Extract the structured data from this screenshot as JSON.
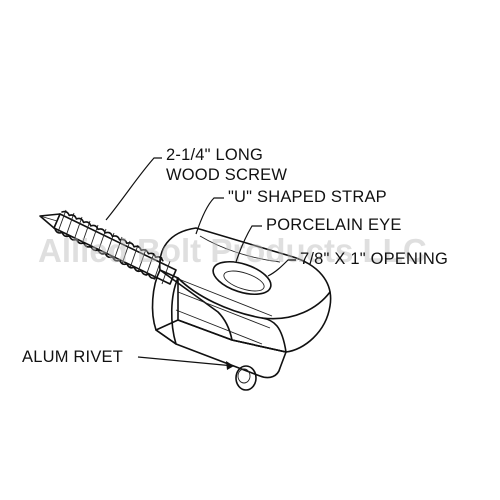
{
  "labels": {
    "screw_line1": "2-1/4\" LONG",
    "screw_line2": "WOOD SCREW",
    "strap": "\"U\" SHAPED STRAP",
    "eye": "PORCELAIN EYE",
    "opening": "7/8\" X 1\" OPENING",
    "rivet": "ALUM RIVET"
  },
  "watermark": "Allied Bolt Products LLC",
  "colors": {
    "line": "#111111",
    "body_shade": "#e6e6e6",
    "body_light": "#f7f7f7",
    "watermark": "#b9b9b9"
  }
}
